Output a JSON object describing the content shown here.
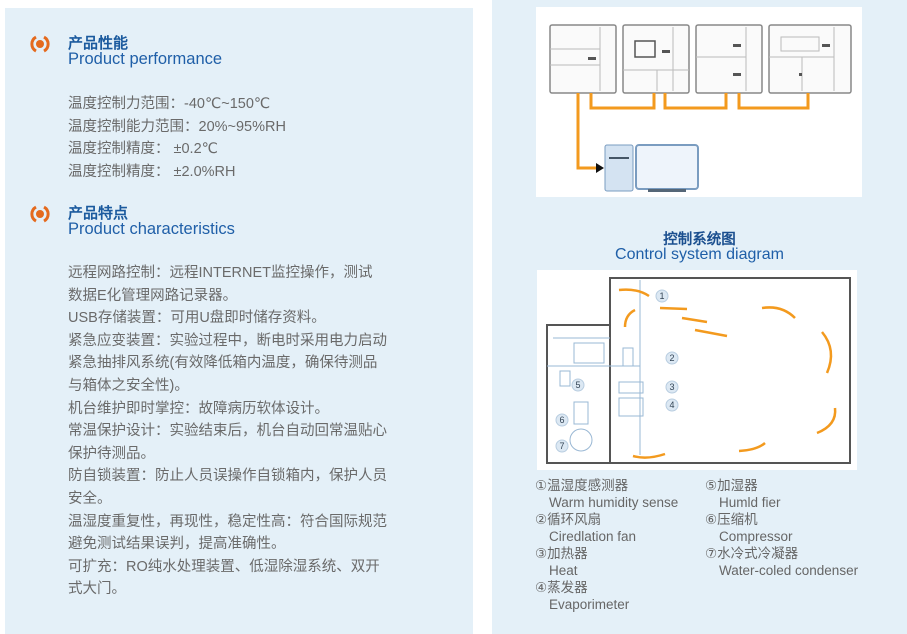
{
  "performance": {
    "title_zh": "产品性能",
    "title_en": "Product performance",
    "lines": [
      "温度控制力范围：-40℃~150℃",
      "温度控制能力范围：20%~95%RH",
      "温度控制精度： ±0.2℃",
      "温度控制精度： ±2.0%RH"
    ]
  },
  "characteristics": {
    "title_zh": "产品特点",
    "title_en": "Product characteristics",
    "lines": [
      "远程网路控制：远程INTERNET监控操作，测试",
      "数据E化管理网路记录器。",
      "USB存储装置：可用U盘即时储存资料。",
      "紧急应变装置：实验过程中，断电时采用电力启动",
      "紧急抽排风系统(有效降低箱内温度，确保待测品",
      "与箱体之安全性)。",
      "机台维护即时掌控：故障病历软体设计。",
      "常温保护设计：实验结束后，机台自动回常温贴心",
      "保护待测品。",
      "防自锁装置：防止人员误操作自锁箱内，保护人员",
      "安全。",
      "温湿度重复性，再现性，稳定性高：符合国际规范",
      "避免测试结果误判，提高准确性。",
      "可扩充：RO纯水处理装置、低湿除湿系统、双开",
      "式大门。"
    ]
  },
  "control_diagram": {
    "title_zh": "控制系统图",
    "title_en": "Control system diagram",
    "markers": [
      "1",
      "2",
      "3",
      "4",
      "5",
      "6",
      "7"
    ],
    "legend_left": [
      {
        "zh": "①温湿度感测器",
        "en": "Warm humidity sense"
      },
      {
        "zh": "②循环风扇",
        "en": "Ciredlation fan"
      },
      {
        "zh": "③加热器",
        "en": "Heat"
      },
      {
        "zh": "④蒸发器",
        "en": "Evaporimeter"
      }
    ],
    "legend_right": [
      {
        "zh": "⑤加湿器",
        "en": "Humld fier"
      },
      {
        "zh": "⑥压缩机",
        "en": "Compressor"
      },
      {
        "zh": "⑦水冷式冷凝器",
        "en": "Water-coled condenser"
      }
    ]
  },
  "colors": {
    "accent": "#f39a1e",
    "title": "#1b5a9e",
    "panel": "#e4f0f8"
  }
}
